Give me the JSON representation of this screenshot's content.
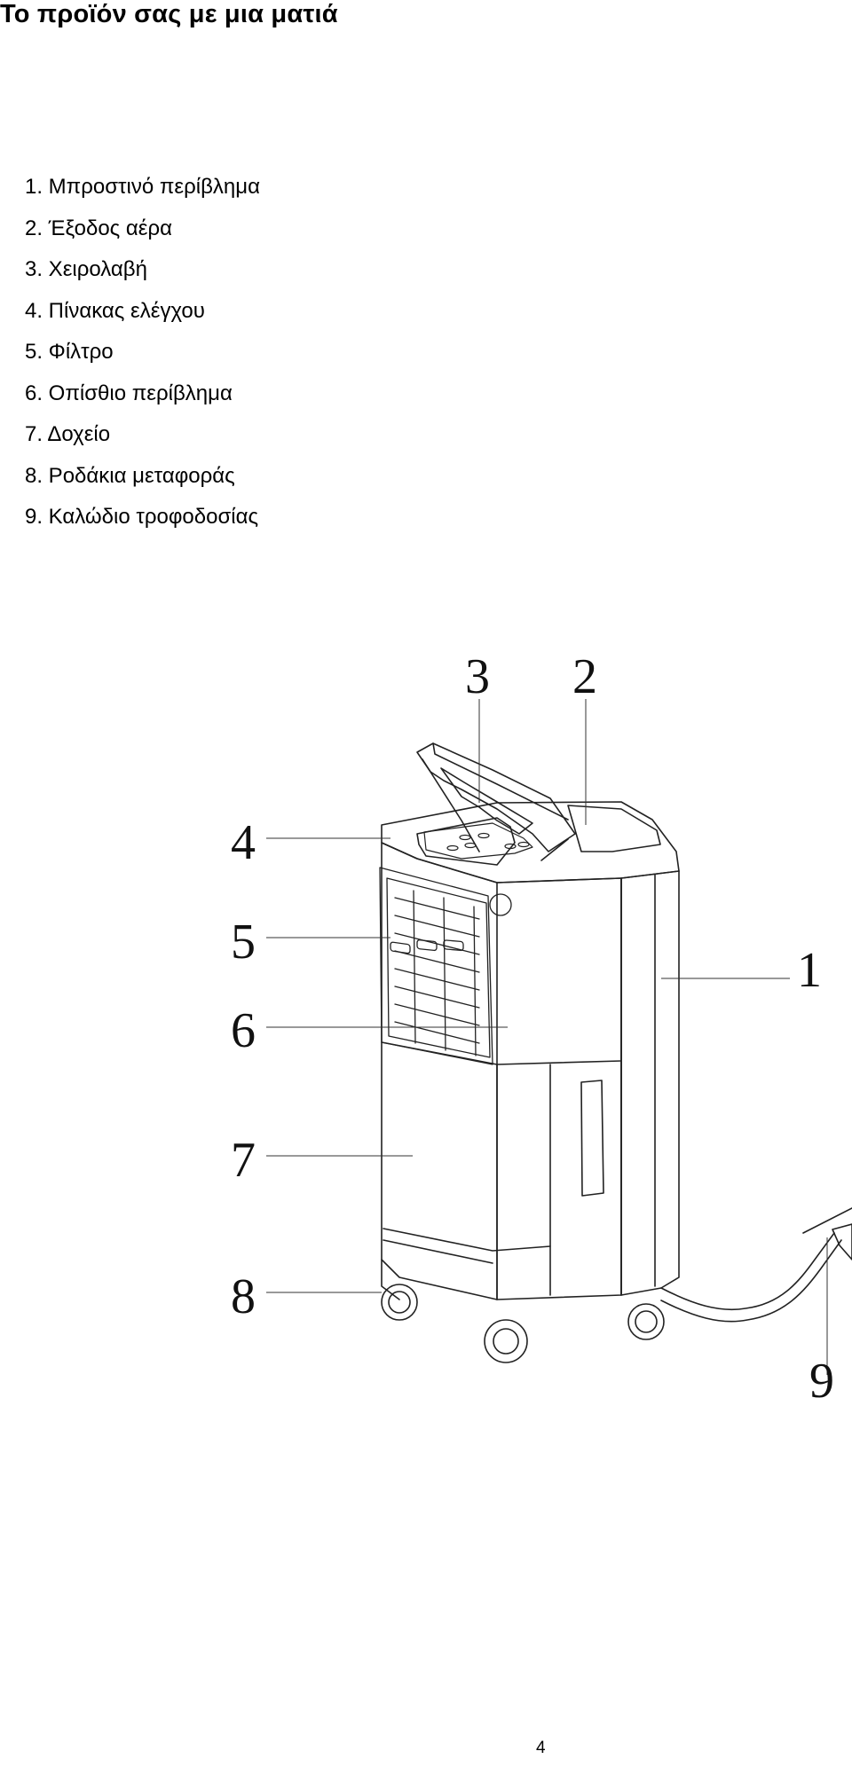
{
  "heading": "Το προϊόν σας με μια ματιά",
  "parts": [
    "1. Μπροστινό περίβλημα",
    "2. Έξοδος αέρα",
    "3. Χειρολαβή",
    "4. Πίνακας ελέγχου",
    "5. Φίλτρο",
    "6. Οπίσθιο περίβλημα",
    "7. Δοχείο",
    "8. Ροδάκια μεταφοράς",
    "9. Καλώδιο τροφοδοσίας"
  ],
  "callouts": [
    "3",
    "2",
    "4",
    "5",
    "6",
    "7",
    "8",
    "1",
    "9"
  ],
  "page_number": "4"
}
